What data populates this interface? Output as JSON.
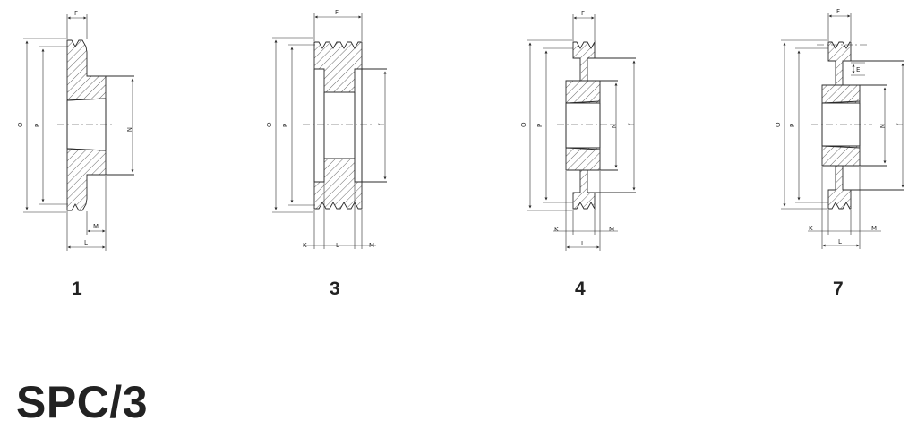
{
  "title": "SPC/3",
  "figures": [
    {
      "number": "1",
      "labels": [
        "F",
        "O",
        "P",
        "N",
        "M",
        "L"
      ]
    },
    {
      "number": "3",
      "labels": [
        "F",
        "O",
        "P",
        "J",
        "K",
        "L",
        "M"
      ]
    },
    {
      "number": "4",
      "labels": [
        "F",
        "O",
        "P",
        "N",
        "J",
        "K",
        "L",
        "M"
      ]
    },
    {
      "number": "7",
      "labels": [
        "F",
        "E",
        "O",
        "P",
        "N",
        "J",
        "K",
        "L",
        "M"
      ]
    }
  ],
  "colors": {
    "ink": "#2b2b2b",
    "text": "#222222",
    "background": "#ffffff"
  }
}
